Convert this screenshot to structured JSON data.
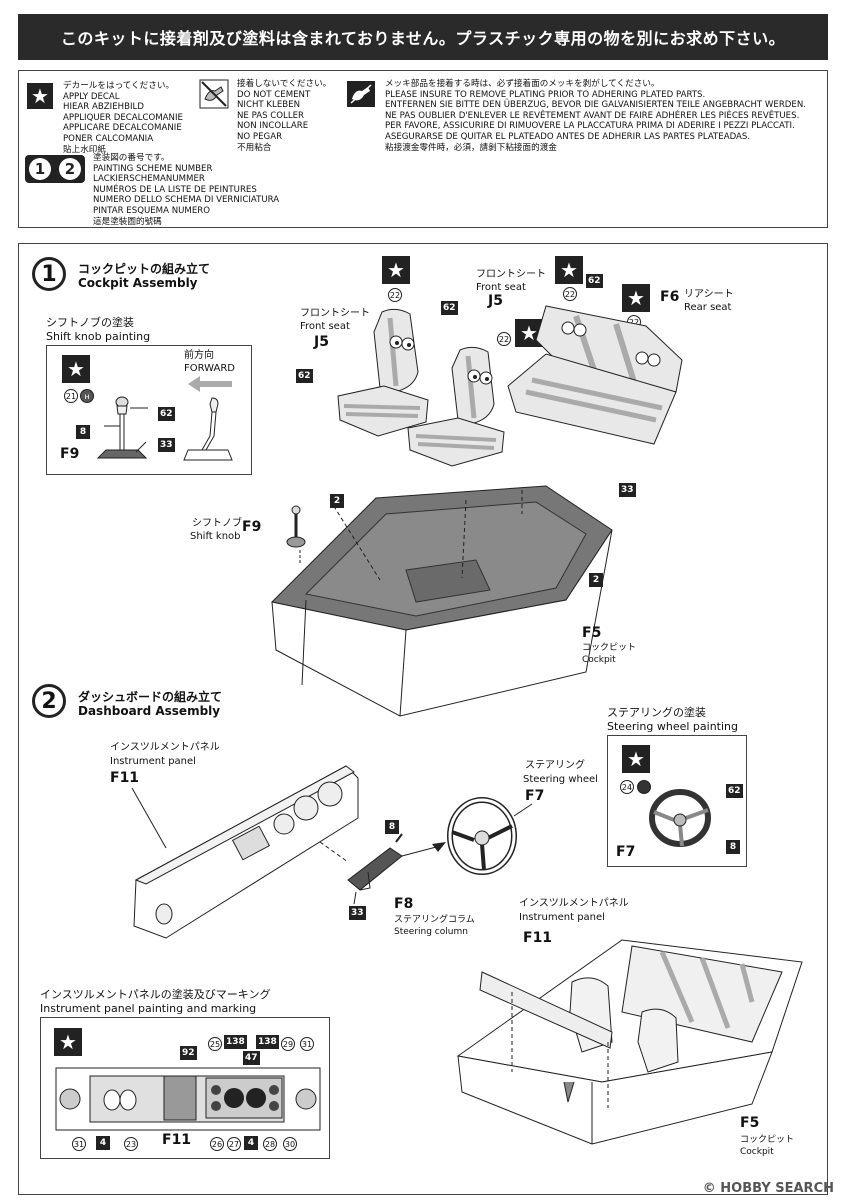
{
  "banner": "このキットに接着剤及び塗料は含まれておりません。プラスチック専用の物を別にお求め下さい。",
  "legend": {
    "decal": [
      "デカールをはってください。",
      "APPLY DECAL",
      "HIEAR ABZIEHBILD",
      "APPLIQUER DECALCOMANIE",
      "APPLICARE DECALCOMANIE",
      "PONER CALCOMANIA",
      "貼上水印紙"
    ],
    "no_cement": [
      "接着しないでください。",
      "DO NOT CEMENT",
      "NICHT KLEBEN",
      "NE PAS COLLER",
      "NON INCOLLARE",
      "NO PEGAR",
      "不用粘合"
    ],
    "plating": [
      "メッキ部品を接着する時は、必ず接着面のメッキを剥がしてください。",
      "PLEASE INSURE TO REMOVE PLATING PRIOR TO ADHERING PLATED PARTS.",
      "ENTFERNEN SIE BITTE DEN ÜBERZUG, BEVOR DIE GALVANISIERTEN TEILE ANGEBRACHT WERDEN.",
      "NE PAS OUBLIER D'ENLEVER LE REVÊTEMENT AVANT DE FAIRE ADHÉRER LES PIÈCES REVÊTUES.",
      "PER FAVORE, ASSICURIRE DI RIMUOVERE LA PLACCATURA PRIMA DI ADERIRE I PEZZI PLACCATI.",
      "ASEGURARSE DE QUITAR EL PLATEADO ANTES DE ADHERIR LAS PARTES PLATEADAS.",
      "粘接渡金零件時，必須，請剝下粘接面的渡金"
    ],
    "scheme": [
      "塗装図の番号です。",
      "PAINTING SCHEME NUMBER",
      "LACKIERSCHEMANUMMER",
      "NUMÉROS DE LA LISTE DE PEINTURES",
      "NUMERO DELLO SCHEMA DI VERNICIATURA",
      "PINTAR ESQUEMA NUMERO",
      "這是塗裝圖的號碼"
    ],
    "scheme_nums": [
      "1",
      "2"
    ]
  },
  "step1": {
    "num": "1",
    "title_jp": "コックピットの組み立て",
    "title_en": "Cockpit Assembly",
    "shift_box": {
      "jp": "シフトノブの塗装",
      "en": "Shift knob painting",
      "forward_jp": "前方向",
      "forward_en": "FORWARD",
      "part": "F9",
      "c21": "21",
      "s62": "62",
      "s8": "8",
      "s33": "33"
    },
    "front_seat_left": {
      "jp": "フロントシート",
      "en": "Front seat",
      "part": "J5",
      "s62": "62",
      "c22": "22"
    },
    "front_seat_right": {
      "jp": "フロントシート",
      "en": "Front seat",
      "part": "J5",
      "s62": "62",
      "c22": "22"
    },
    "rear_seat": {
      "jp": "リアシート",
      "en": "Rear seat",
      "part": "F6",
      "c22a": "22",
      "s62": "62",
      "c22b": "22"
    },
    "shift_knob": {
      "jp": "シフトノブ",
      "en": "Shift knob",
      "part": "F9"
    },
    "cockpit": {
      "part": "F5",
      "jp": "コックピット",
      "en": "Cockpit",
      "s2a": "2",
      "s2b": "2",
      "s33": "33"
    }
  },
  "step2": {
    "num": "2",
    "title_jp": "ダッシュボードの組み立て",
    "title_en": "Dashboard Assembly",
    "instrument_panel": {
      "jp": "インスツルメントパネル",
      "en": "Instrument panel",
      "part": "F11"
    },
    "steering_wheel": {
      "jp": "ステアリング",
      "en": "Steering wheel",
      "part": "F7"
    },
    "steering_column": {
      "jp": "ステアリングコラム",
      "en": "Steering column",
      "part": "F8",
      "s8": "8",
      "s33": "33"
    },
    "wheel_box": {
      "jp": "ステアリングの塗装",
      "en": "Steering wheel painting",
      "part": "F7",
      "c24": "24",
      "s62": "62",
      "s8": "8"
    },
    "panel_box": {
      "jp": "インスツルメントパネルの塗装及びマーキング",
      "en": "Instrument panel painting and marking",
      "part": "F11",
      "top": [
        "92",
        "25",
        "138",
        "47",
        "138",
        "29",
        "31"
      ],
      "bottom": [
        "31",
        "4",
        "23",
        "26",
        "27",
        "4",
        "28",
        "30"
      ]
    },
    "final": {
      "jp": "インスツルメントパネル",
      "en": "Instrument panel",
      "part": "F11",
      "cockpit_part": "F5",
      "cockpit_jp": "コックピット",
      "cockpit_en": "Cockpit"
    }
  },
  "watermark": "© HOBBY SEARCH"
}
